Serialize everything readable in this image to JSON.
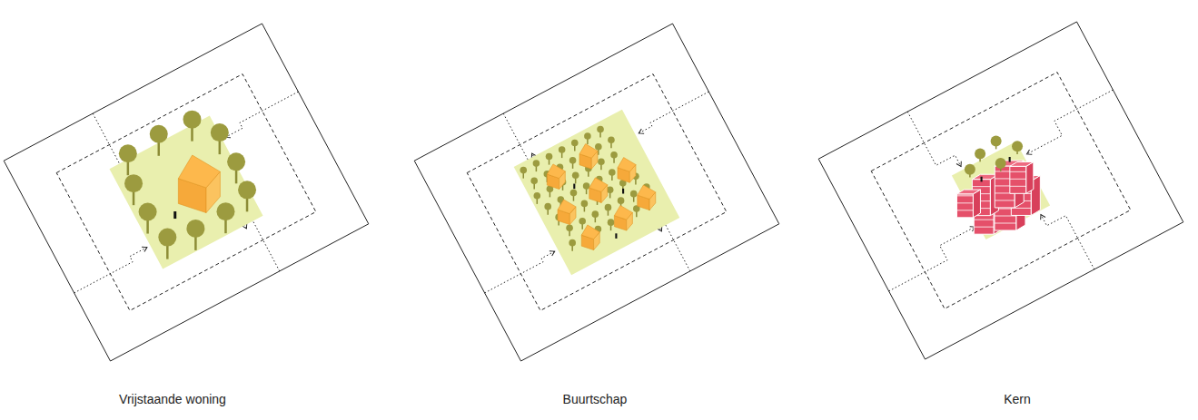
{
  "diagram": {
    "labels": [
      "Vrijstaande woning",
      "Buurtschap",
      "Kern"
    ]
  }
}
